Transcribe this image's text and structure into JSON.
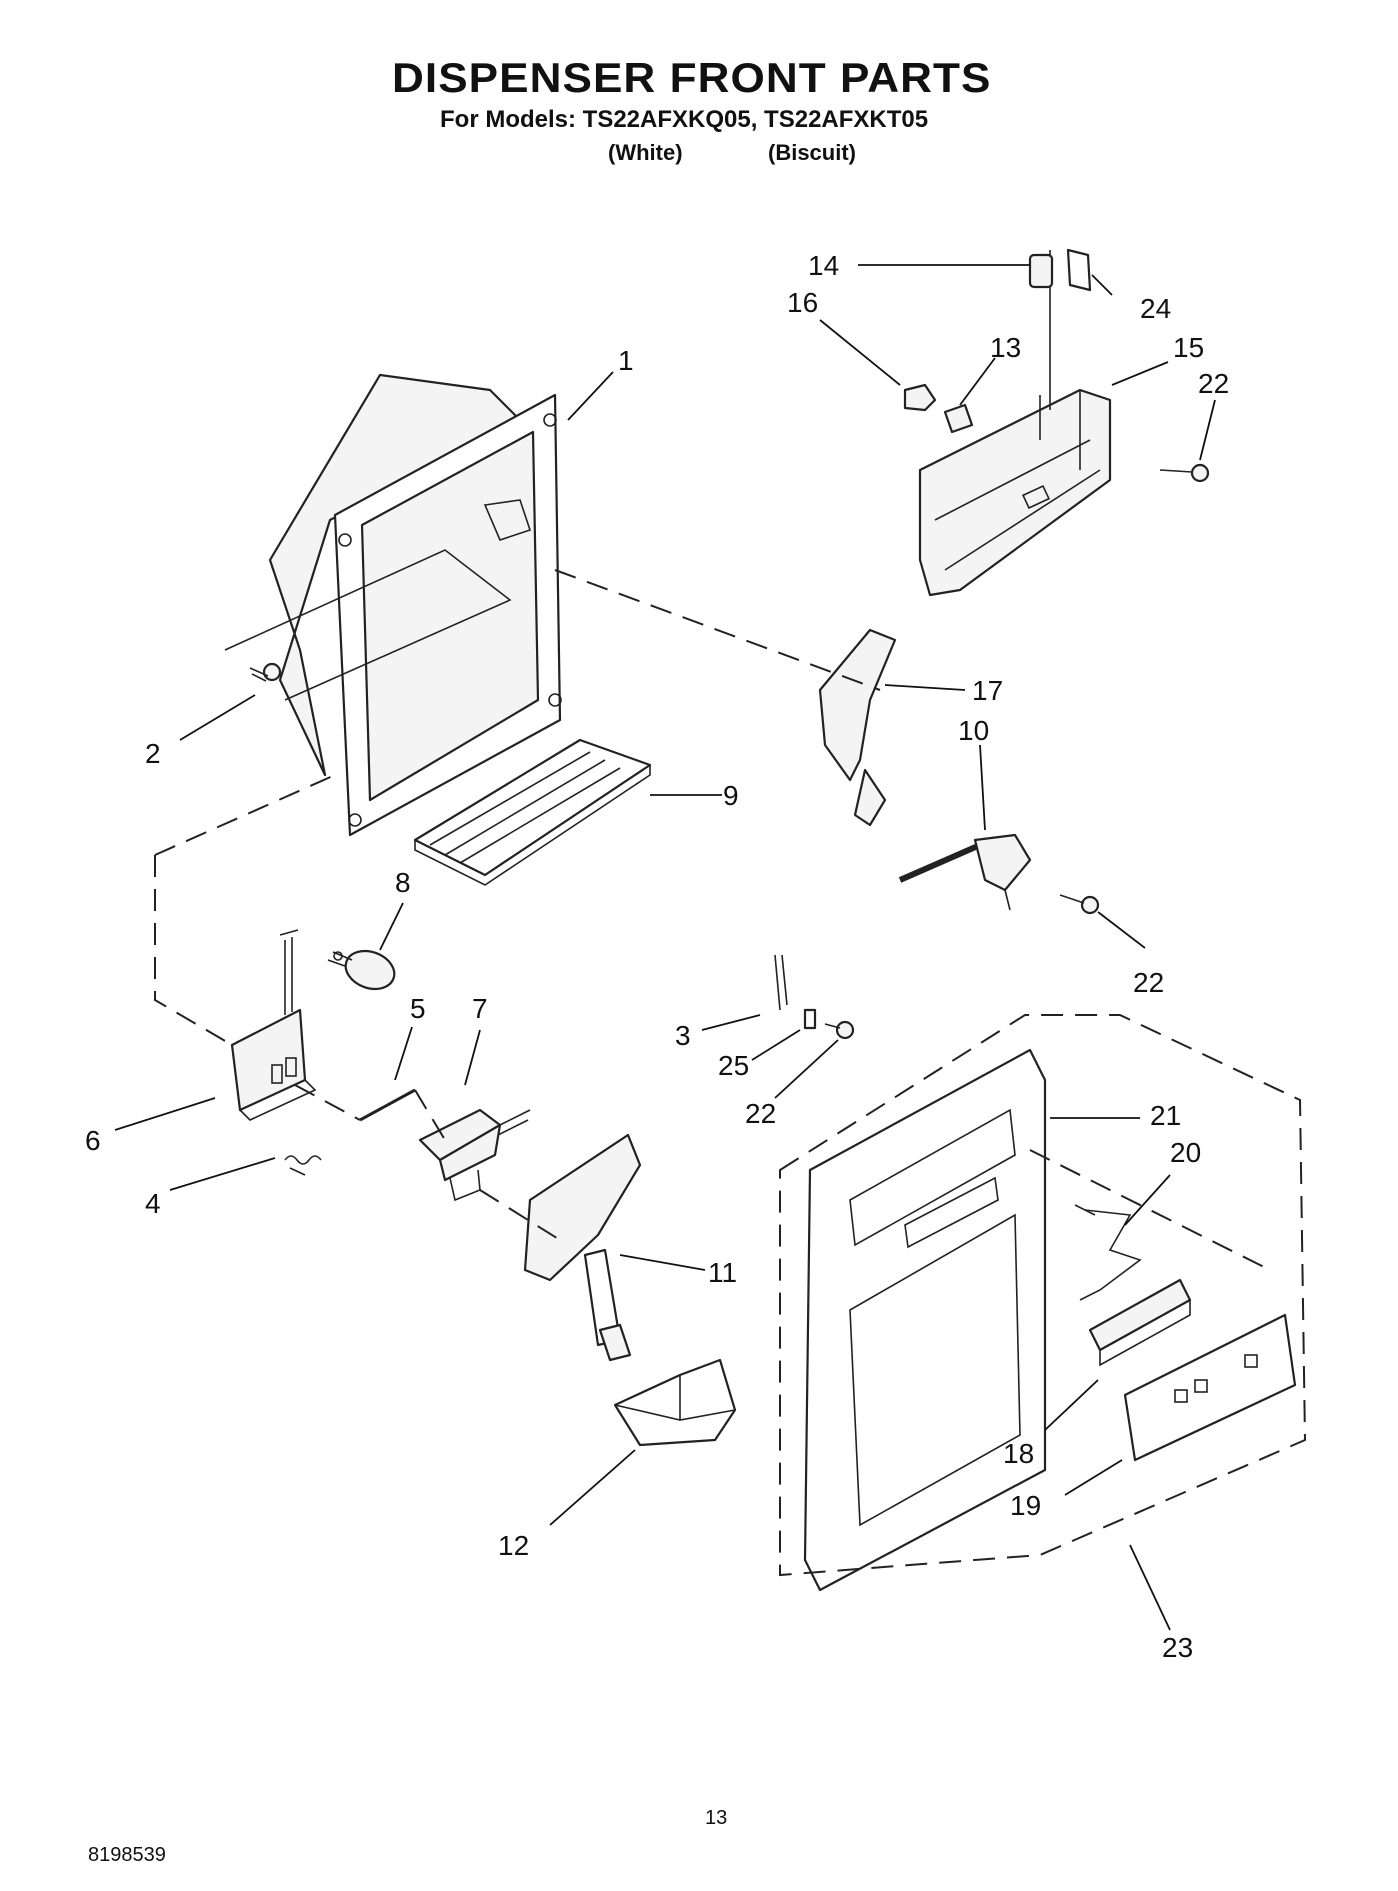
{
  "header": {
    "title": "DISPENSER FRONT PARTS",
    "models_line": "For Models: TS22AFXKQ05, TS22AFXKT05",
    "variant_1": "(White)",
    "variant_2": "(Biscuit)"
  },
  "callouts": {
    "c1": "1",
    "c2": "2",
    "c3": "3",
    "c4": "4",
    "c5": "5",
    "c6": "6",
    "c7": "7",
    "c8": "8",
    "c9": "9",
    "c10": "10",
    "c11": "11",
    "c12": "12",
    "c13": "13",
    "c14": "14",
    "c15": "15",
    "c16": "16",
    "c17": "17",
    "c18": "18",
    "c19": "19",
    "c20": "20",
    "c21": "21",
    "c22a": "22",
    "c22b": "22",
    "c22c": "22",
    "c23": "23",
    "c24": "24",
    "c25": "25"
  },
  "footer": {
    "page_number": "13",
    "doc_number": "8198539"
  }
}
